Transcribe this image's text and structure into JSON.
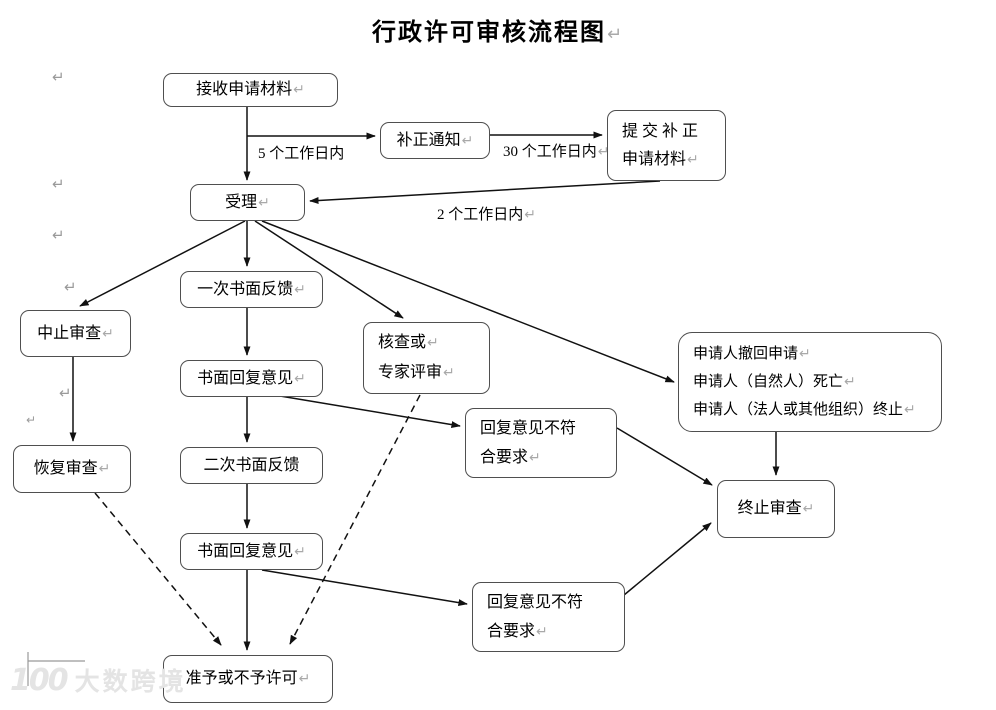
{
  "title": {
    "text": "行政许可审核流程图"
  },
  "marks": {
    "pilcrow": "↵"
  },
  "nodes": {
    "receive": {
      "label": "接收申请材料"
    },
    "notice": {
      "label": "补正通知"
    },
    "submit": {
      "line1": "提 交 补 正",
      "line2": "申请材料"
    },
    "accept": {
      "label": "受理"
    },
    "suspend": {
      "label": "中止审查"
    },
    "resume": {
      "label": "恢复审查"
    },
    "first_feedback": {
      "label": "一次书面反馈"
    },
    "reply1": {
      "label": "书面回复意见"
    },
    "second_feedback": {
      "label": "二次书面反馈"
    },
    "reply2": {
      "label": "书面回复意见"
    },
    "review": {
      "line1": "核查或",
      "line2": "专家评审"
    },
    "nonconform1": {
      "line1": "回复意见不符",
      "line2": "合要求"
    },
    "withdraw": {
      "line1": "申请人撤回申请",
      "line2": "申请人（自然人）死亡",
      "line3": "申请人（法人或其他组织）终止"
    },
    "terminate": {
      "label": "终止审查"
    },
    "nonconform2": {
      "line1": "回复意见不符",
      "line2": "合要求"
    },
    "grant": {
      "label": "准予或不予许可"
    }
  },
  "edge_labels": {
    "five_days": "5 个工作日内",
    "thirty_days": "30 个工作日内",
    "two_days": "2 个工作日内"
  },
  "watermark": {
    "logo": "100",
    "text": "大数跨境"
  },
  "colors": {
    "box_border": "#4f4f4f",
    "line": "#111111",
    "pilcrow": "#a9a9a9"
  }
}
